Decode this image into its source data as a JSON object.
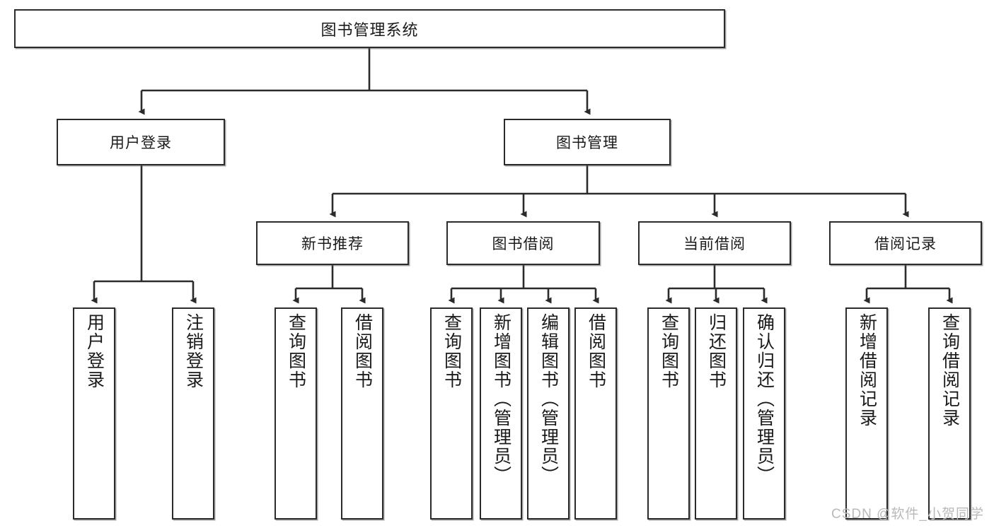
{
  "diagram": {
    "type": "tree-hierarchy",
    "title": "图书管理系统",
    "watermark": "CSDN @软件_小贺同学",
    "colors": {
      "box_border": "#2b2b2b",
      "box_fill": "#ffffff",
      "edge": "#2b2b2b",
      "text": "#1a1a1a",
      "watermark": "#b9b9b9"
    },
    "levels": {
      "root": {
        "label": "图书管理系统"
      },
      "level2": [
        {
          "id": "user-login",
          "label": "用户登录"
        },
        {
          "id": "book-manage",
          "label": "图书管理"
        }
      ],
      "level3": [
        {
          "id": "new-book-rec",
          "label": "新书推荐"
        },
        {
          "id": "book-borrow",
          "label": "图书借阅"
        },
        {
          "id": "current-borrow",
          "label": "当前借阅"
        },
        {
          "id": "borrow-record",
          "label": "借阅记录"
        }
      ],
      "leaves": {
        "user_login": [
          {
            "id": "leaf-user-login",
            "label": "用户登录"
          },
          {
            "id": "leaf-logout",
            "label": "注销登录"
          }
        ],
        "new_book_rec": [
          {
            "id": "leaf-query-book-1",
            "label": "查询图书"
          },
          {
            "id": "leaf-borrow-book-1",
            "label": "借阅图书"
          }
        ],
        "book_borrow": [
          {
            "id": "leaf-query-book-2",
            "label": "查询图书"
          },
          {
            "id": "leaf-add-book",
            "label": "新增图书（管理员）"
          },
          {
            "id": "leaf-edit-book",
            "label": "编辑图书（管理员）"
          },
          {
            "id": "leaf-borrow-book-2",
            "label": "借阅图书"
          }
        ],
        "current_borrow": [
          {
            "id": "leaf-query-book-3",
            "label": "查询图书"
          },
          {
            "id": "leaf-return-book",
            "label": "归还图书"
          },
          {
            "id": "leaf-confirm-return",
            "label": "确认归还（管理员）"
          }
        ],
        "borrow_record": [
          {
            "id": "leaf-add-record",
            "label": "新增借阅记录"
          },
          {
            "id": "leaf-query-record",
            "label": "查询借阅记录"
          }
        ]
      }
    }
  }
}
